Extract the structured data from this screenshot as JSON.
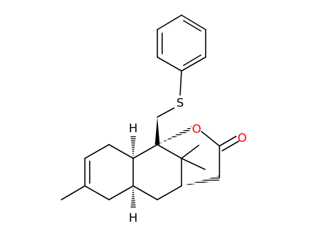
{
  "molecule": {
    "atoms": {
      "sulfur": "S",
      "ring_oxygen": "O",
      "carbonyl_oxygen": "O",
      "hydrogen_top": "H",
      "hydrogen_bottom": "H"
    }
  },
  "colors": {
    "bond": "#000000",
    "sulfur": "#000000",
    "oxygen": "#ff0000",
    "hydrogen": "#000000",
    "background": "#ffffff"
  }
}
